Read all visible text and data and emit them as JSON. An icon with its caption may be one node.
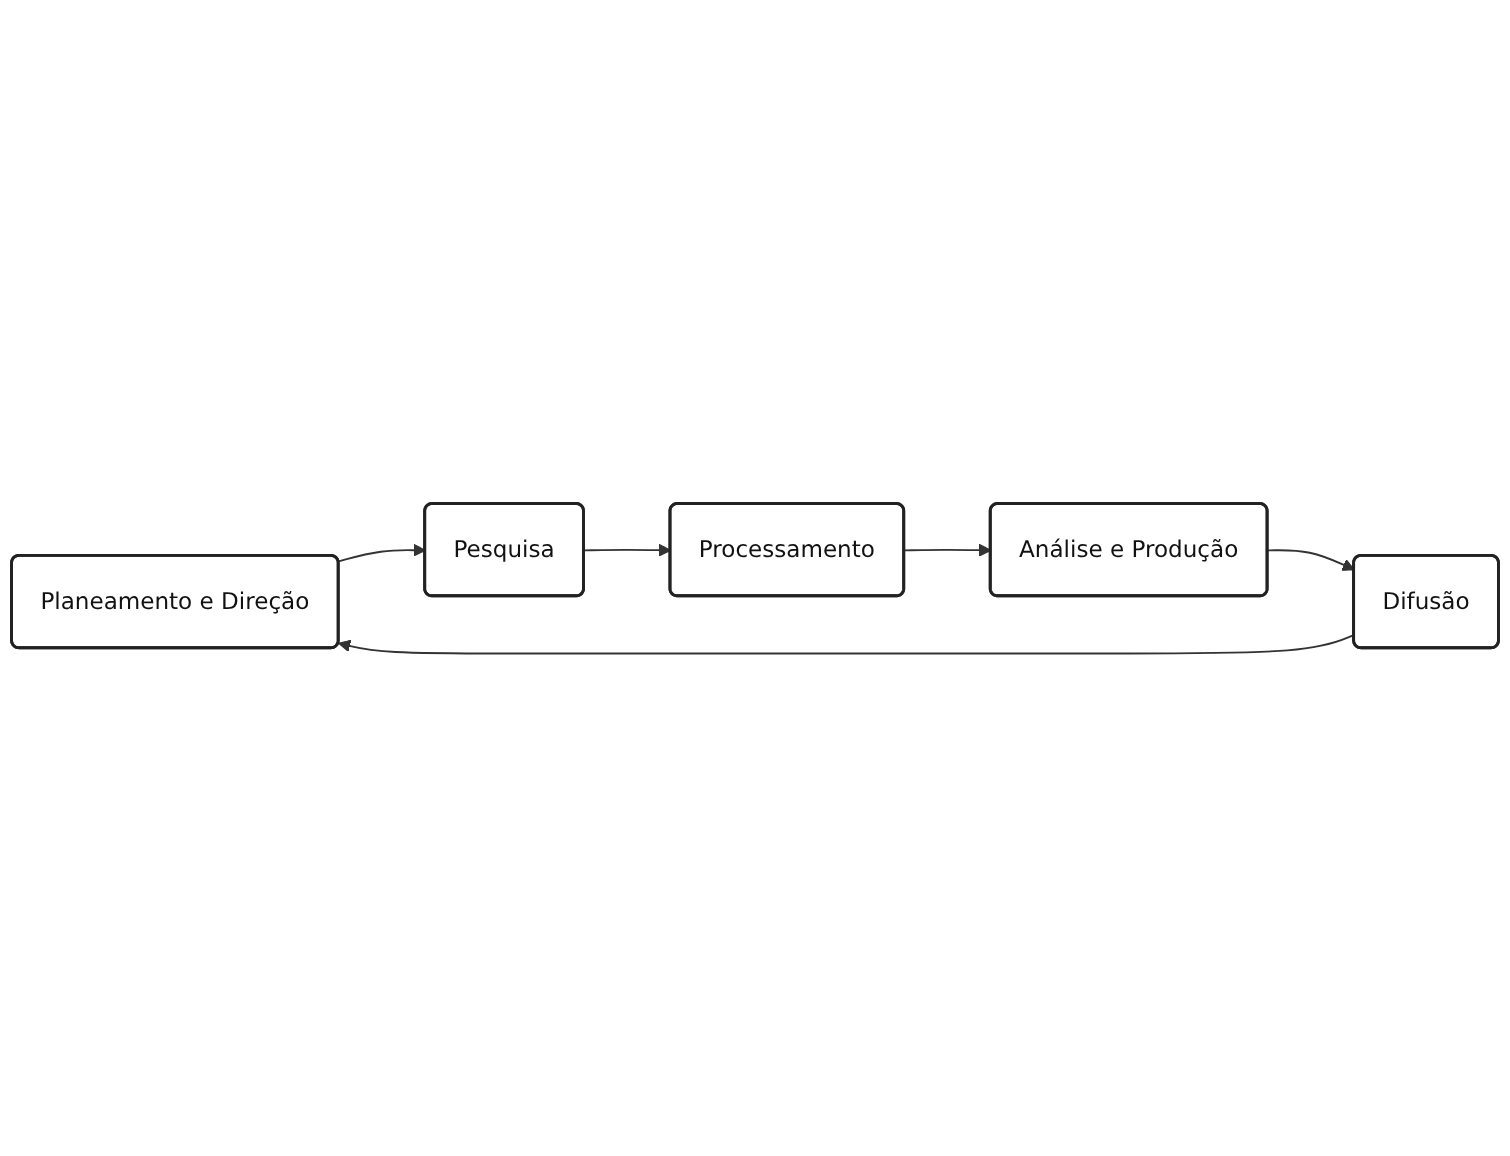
{
  "diagram": {
    "nodes": [
      {
        "text": [
          "Planeamento e Direção"
        ]
      },
      {
        "text": [
          "Pesquisa"
        ]
      },
      {
        "text": [
          "Processamento"
        ]
      },
      {
        "text": [
          "Análise e Produção"
        ]
      },
      {
        "text": [
          "Difusão"
        ]
      }
    ],
    "edges": [
      {
        "from": 0,
        "to": 1,
        "arrow": "to"
      },
      {
        "from": 1,
        "to": 2,
        "arrow": "to"
      },
      {
        "from": 2,
        "to": 3,
        "arrow": "to"
      },
      {
        "from": 3,
        "to": 4,
        "arrow": "to"
      },
      {
        "from": 4,
        "to": 0,
        "arrow": "to"
      }
    ]
  }
}
